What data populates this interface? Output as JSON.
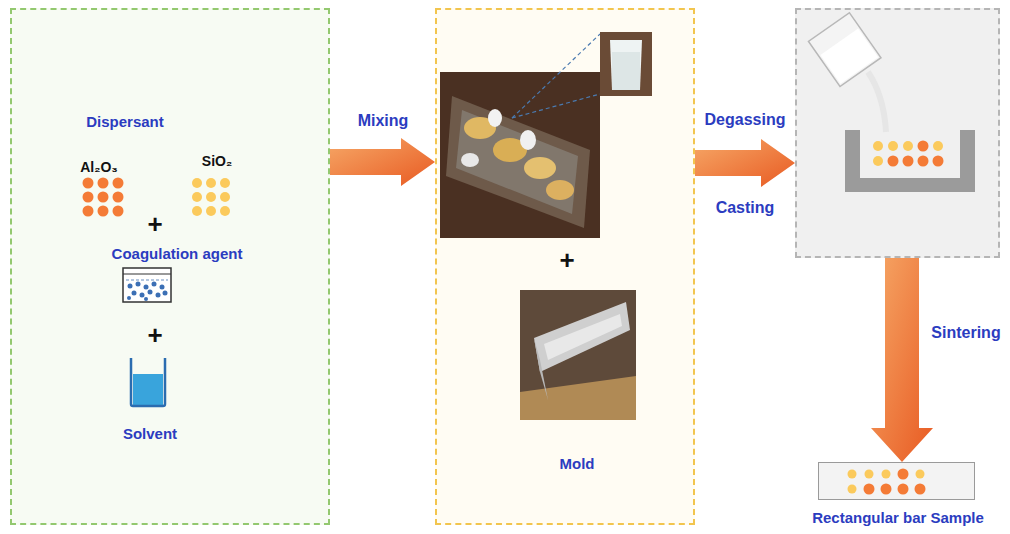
{
  "diagram": {
    "nodes": [
      {
        "text": [
          "Dispersant",
          "Al₂O₃",
          "SiO₂",
          "+",
          "Coagulation agent",
          "+",
          "Solvent"
        ]
      },
      {
        "text": [
          "+",
          "Mold"
        ]
      },
      {
        "text": []
      },
      {
        "text": [
          "Rectangular bar Sample"
        ]
      }
    ],
    "edges": [
      {
        "from": 0,
        "to": 1,
        "arrow": "to",
        "label": "Mixing"
      },
      {
        "from": 1,
        "to": 2,
        "arrow": "to",
        "label": "Degassing"
      },
      {
        "from": 2,
        "to": 3,
        "arrow": "to",
        "label": "Sintering"
      }
    ],
    "labels": [
      "Casting"
    ]
  }
}
